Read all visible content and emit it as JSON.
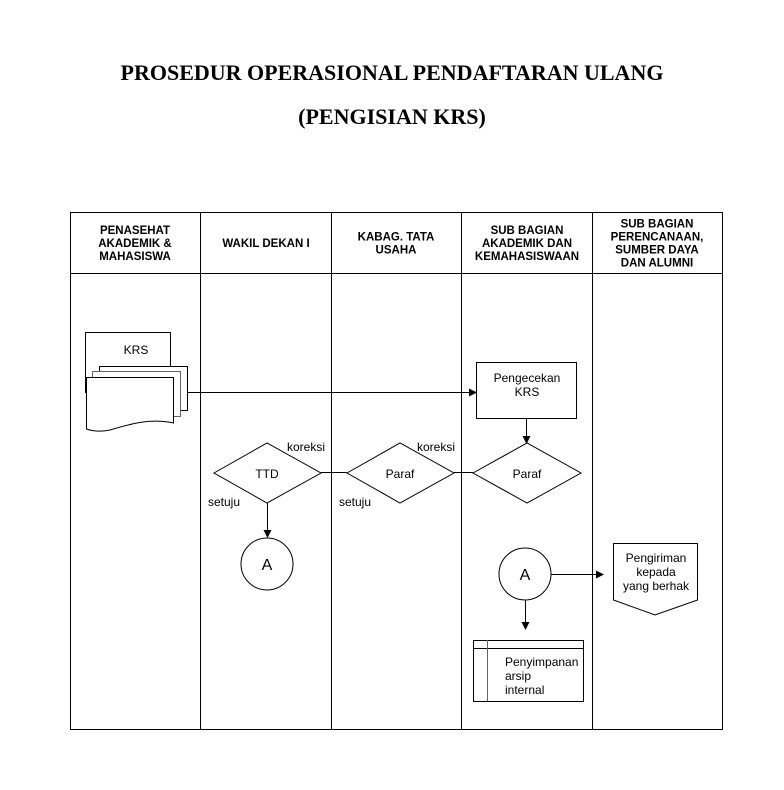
{
  "title_line1": "PROSEDUR OPERASIONAL PENDAFTARAN ULANG",
  "title_line2": "(PENGISIAN KRS)",
  "lanes": [
    {
      "lines": [
        "PENASEHAT",
        "AKADEMIK &",
        "MAHASISWA"
      ]
    },
    {
      "lines": [
        "WAKIL DEKAN I"
      ]
    },
    {
      "lines": [
        "KABAG. TATA",
        "USAHA"
      ]
    },
    {
      "lines": [
        "SUB BAGIAN",
        "AKADEMIK DAN",
        "KEMAHASISWAAN"
      ]
    },
    {
      "lines": [
        "SUB BAGIAN",
        "PERENCANAAN,",
        "SUMBER DAYA",
        "DAN ALUMNI"
      ]
    }
  ],
  "nodes": {
    "krs_doc": "KRS",
    "pengecekan": [
      "Pengecekan",
      "KRS"
    ],
    "paraf_sub": "Paraf",
    "paraf_kabag": "Paraf",
    "ttd": "TTD",
    "connector_a1": "A",
    "connector_a2": "A",
    "penyimpanan": [
      "Penyimpanan",
      "arsip",
      "internal"
    ],
    "pengiriman": [
      "Pengiriman",
      "kepada",
      "yang berhak"
    ]
  },
  "labels": {
    "koreksi_ttd": "koreksi",
    "koreksi_paraf": "koreksi",
    "setuju_ttd": "setuju",
    "setuju_paraf": "setuju"
  }
}
